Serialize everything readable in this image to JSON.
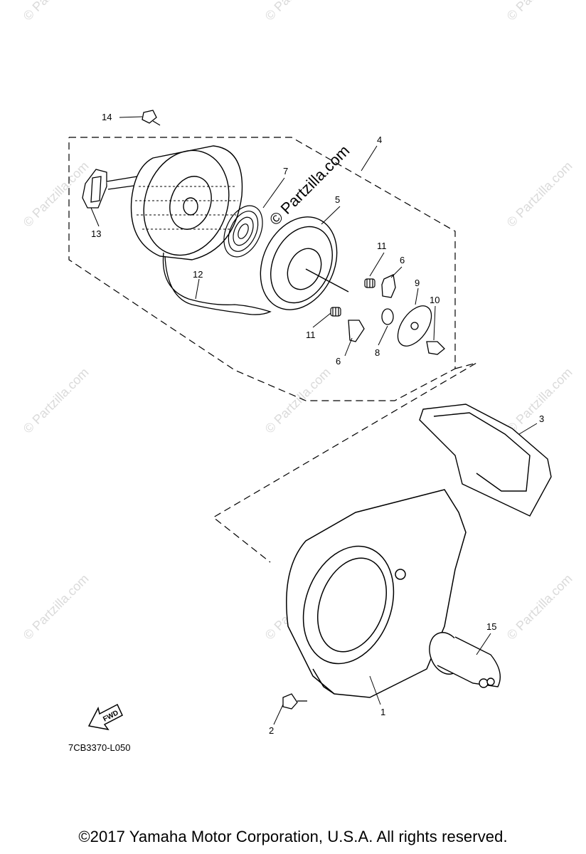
{
  "watermark_text": "© Partzilla.com",
  "center_watermark": "© Partzilla.com",
  "diagram_code": "7CB3370-L050",
  "fwd_label": "FWD",
  "copyright": "©2017  Yamaha Motor Corporation, U.S.A. All rights reserved.",
  "parts": [
    {
      "num": "1"
    },
    {
      "num": "2"
    },
    {
      "num": "3"
    },
    {
      "num": "4"
    },
    {
      "num": "5"
    },
    {
      "num": "6"
    },
    {
      "num": "6"
    },
    {
      "num": "7"
    },
    {
      "num": "8"
    },
    {
      "num": "9"
    },
    {
      "num": "10"
    },
    {
      "num": "11"
    },
    {
      "num": "11"
    },
    {
      "num": "12"
    },
    {
      "num": "13"
    },
    {
      "num": "14"
    },
    {
      "num": "15"
    }
  ]
}
